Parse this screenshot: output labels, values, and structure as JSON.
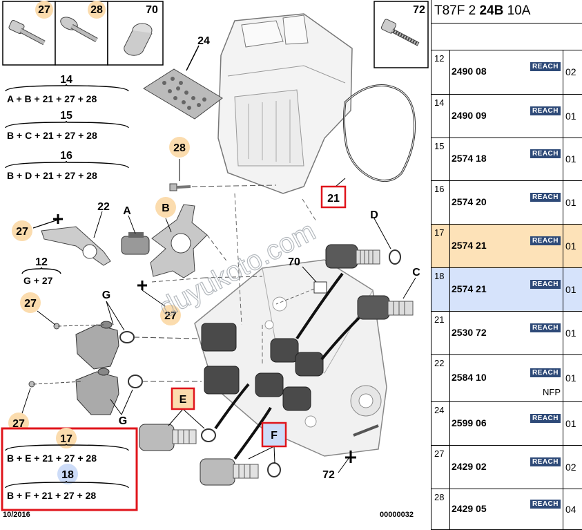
{
  "diagram": {
    "code_boxes": [
      "27",
      "28",
      "70",
      "72"
    ],
    "callouts": [
      "24",
      "22",
      "A",
      "B",
      "D",
      "C",
      "G",
      "G",
      "E",
      "F",
      "21",
      "70",
      "72"
    ],
    "circle_labels": [
      "28",
      "27",
      "27",
      "27",
      "27",
      "17",
      "18"
    ],
    "formulas": [
      {
        "num": "14",
        "text": "A + B + 21 + 27 + 28"
      },
      {
        "num": "15",
        "text": "B + C + 21 + 27 + 28"
      },
      {
        "num": "16",
        "text": "B + D + 21 + 27 + 28"
      },
      {
        "num": "12",
        "text": "G + 27"
      },
      {
        "num": "17",
        "text": "B + E + 21 + 27 + 28"
      },
      {
        "num": "18",
        "text": "B + F + 21 + 27 + 28"
      }
    ],
    "date": "10/2016",
    "diagram_code": "00000032",
    "watermark": "duyukoto.com",
    "colors": {
      "highlight_orange": "#fbdcae",
      "highlight_blue": "#cddcf8",
      "box_red": "#e0141b"
    }
  },
  "table": {
    "header": {
      "prefix": "T87F 2",
      "bold": "24B",
      "suffix": "10A"
    },
    "rows": [
      {
        "num": "12",
        "ref": "2490 08",
        "badge": "REACH",
        "qty": "02",
        "note": "",
        "highlight": ""
      },
      {
        "num": "14",
        "ref": "2490 09",
        "badge": "REACH",
        "qty": "01",
        "note": "",
        "highlight": ""
      },
      {
        "num": "15",
        "ref": "2574 18",
        "badge": "REACH",
        "qty": "01",
        "note": "",
        "highlight": ""
      },
      {
        "num": "16",
        "ref": "2574 20",
        "badge": "REACH",
        "qty": "01",
        "note": "",
        "highlight": ""
      },
      {
        "num": "17",
        "ref": "2574 21",
        "badge": "REACH",
        "qty": "01",
        "note": "",
        "highlight": "orange"
      },
      {
        "num": "18",
        "ref": "2574 21",
        "badge": "REACH",
        "qty": "01",
        "note": "",
        "highlight": "blue"
      },
      {
        "num": "21",
        "ref": "2530 72",
        "badge": "REACH",
        "qty": "01",
        "note": "",
        "highlight": ""
      },
      {
        "num": "22",
        "ref": "2584 10",
        "badge": "REACH",
        "qty": "01",
        "note": "NFP",
        "highlight": ""
      },
      {
        "num": "24",
        "ref": "2599 06",
        "badge": "REACH",
        "qty": "01",
        "note": "",
        "highlight": ""
      },
      {
        "num": "27",
        "ref": "2429 02",
        "badge": "REACH",
        "qty": "02",
        "note": "",
        "highlight": ""
      },
      {
        "num": "28",
        "ref": "2429 05",
        "badge": "REACH",
        "qty": "04",
        "note": "",
        "highlight": ""
      }
    ]
  }
}
